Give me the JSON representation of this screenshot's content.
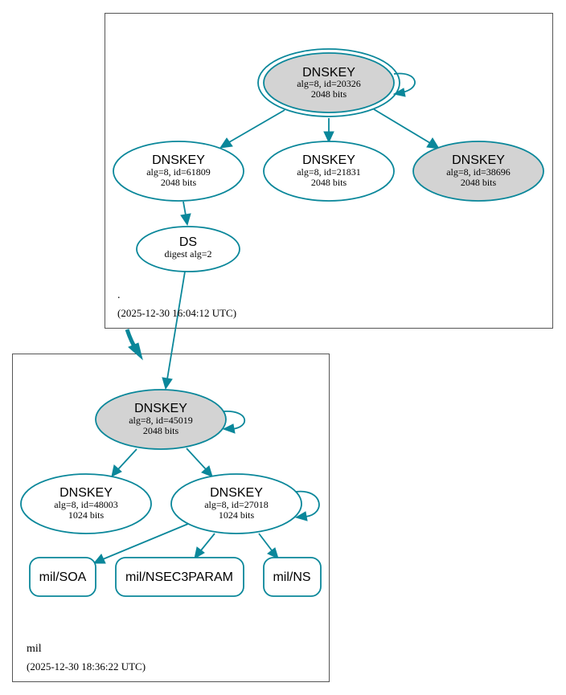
{
  "colors": {
    "edge": "#0a879a",
    "node_fill_sep": "#d3d3d3",
    "node_fill_plain": "#ffffff",
    "zone_border": "#555555"
  },
  "zones": {
    "root": {
      "name": ".",
      "timestamp": "(2025-12-30 16:04:12 UTC)",
      "ksk": {
        "title": "DNSKEY",
        "line1": "alg=8, id=20326",
        "line2": "2048 bits"
      },
      "key_61809": {
        "title": "DNSKEY",
        "line1": "alg=8, id=61809",
        "line2": "2048 bits"
      },
      "key_21831": {
        "title": "DNSKEY",
        "line1": "alg=8, id=21831",
        "line2": "2048 bits"
      },
      "key_38696": {
        "title": "DNSKEY",
        "line1": "alg=8, id=38696",
        "line2": "2048 bits"
      },
      "ds": {
        "title": "DS",
        "line1": "digest alg=2"
      }
    },
    "mil": {
      "name": "mil",
      "timestamp": "(2025-12-30 18:36:22 UTC)",
      "ksk": {
        "title": "DNSKEY",
        "line1": "alg=8, id=45019",
        "line2": "2048 bits"
      },
      "key_48003": {
        "title": "DNSKEY",
        "line1": "alg=8, id=48003",
        "line2": "1024 bits"
      },
      "key_27018": {
        "title": "DNSKEY",
        "line1": "alg=8, id=27018",
        "line2": "1024 bits"
      },
      "rrsets": {
        "soa": "mil/SOA",
        "nsec3param": "mil/NSEC3PARAM",
        "ns": "mil/NS"
      }
    }
  }
}
